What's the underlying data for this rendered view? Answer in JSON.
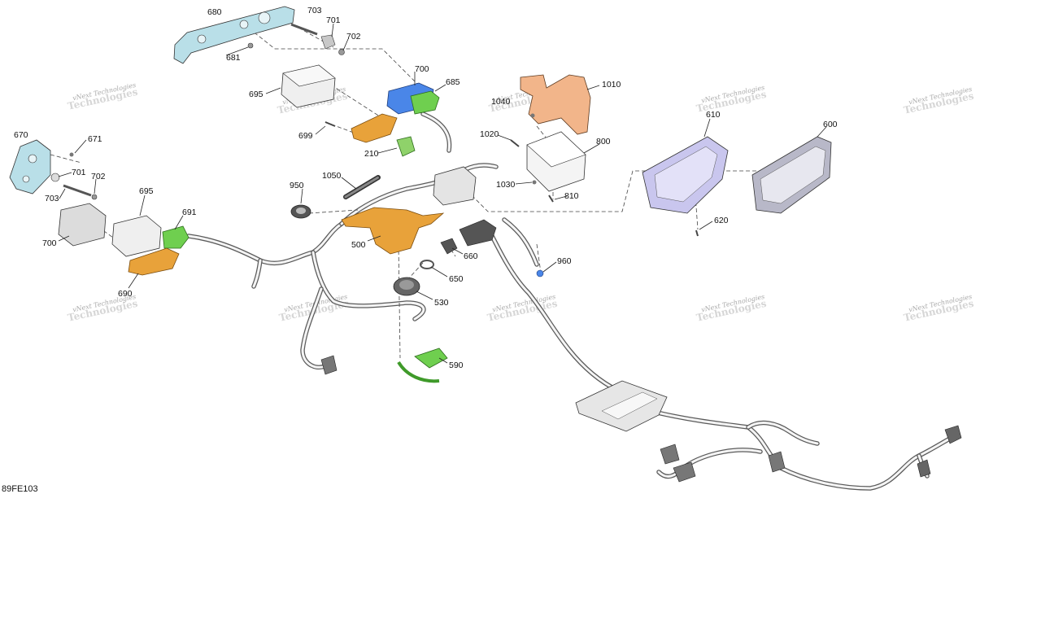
{
  "drawing_code": "89FE103",
  "watermark": {
    "line1": "vNext Technologies",
    "line2": "Technologies"
  },
  "parts": [
    "680",
    "703",
    "701",
    "702",
    "681",
    "700",
    "685",
    "695",
    "699",
    "210",
    "1010",
    "1040",
    "1020",
    "800",
    "1030",
    "810",
    "610",
    "600",
    "620",
    "670",
    "671",
    "701",
    "702",
    "703",
    "695",
    "691",
    "700",
    "690",
    "950",
    "1050",
    "500",
    "660",
    "650",
    "530",
    "960",
    "590"
  ],
  "colors": {
    "blue_part": "#4a86e8",
    "green_part": "#6fcf4f",
    "orange_part": "#e8a23a",
    "salmon_bracket": "#f2b58a",
    "cyan_bracket": "#b9dfe8",
    "lilac_cover": "#c9c6ee"
  }
}
